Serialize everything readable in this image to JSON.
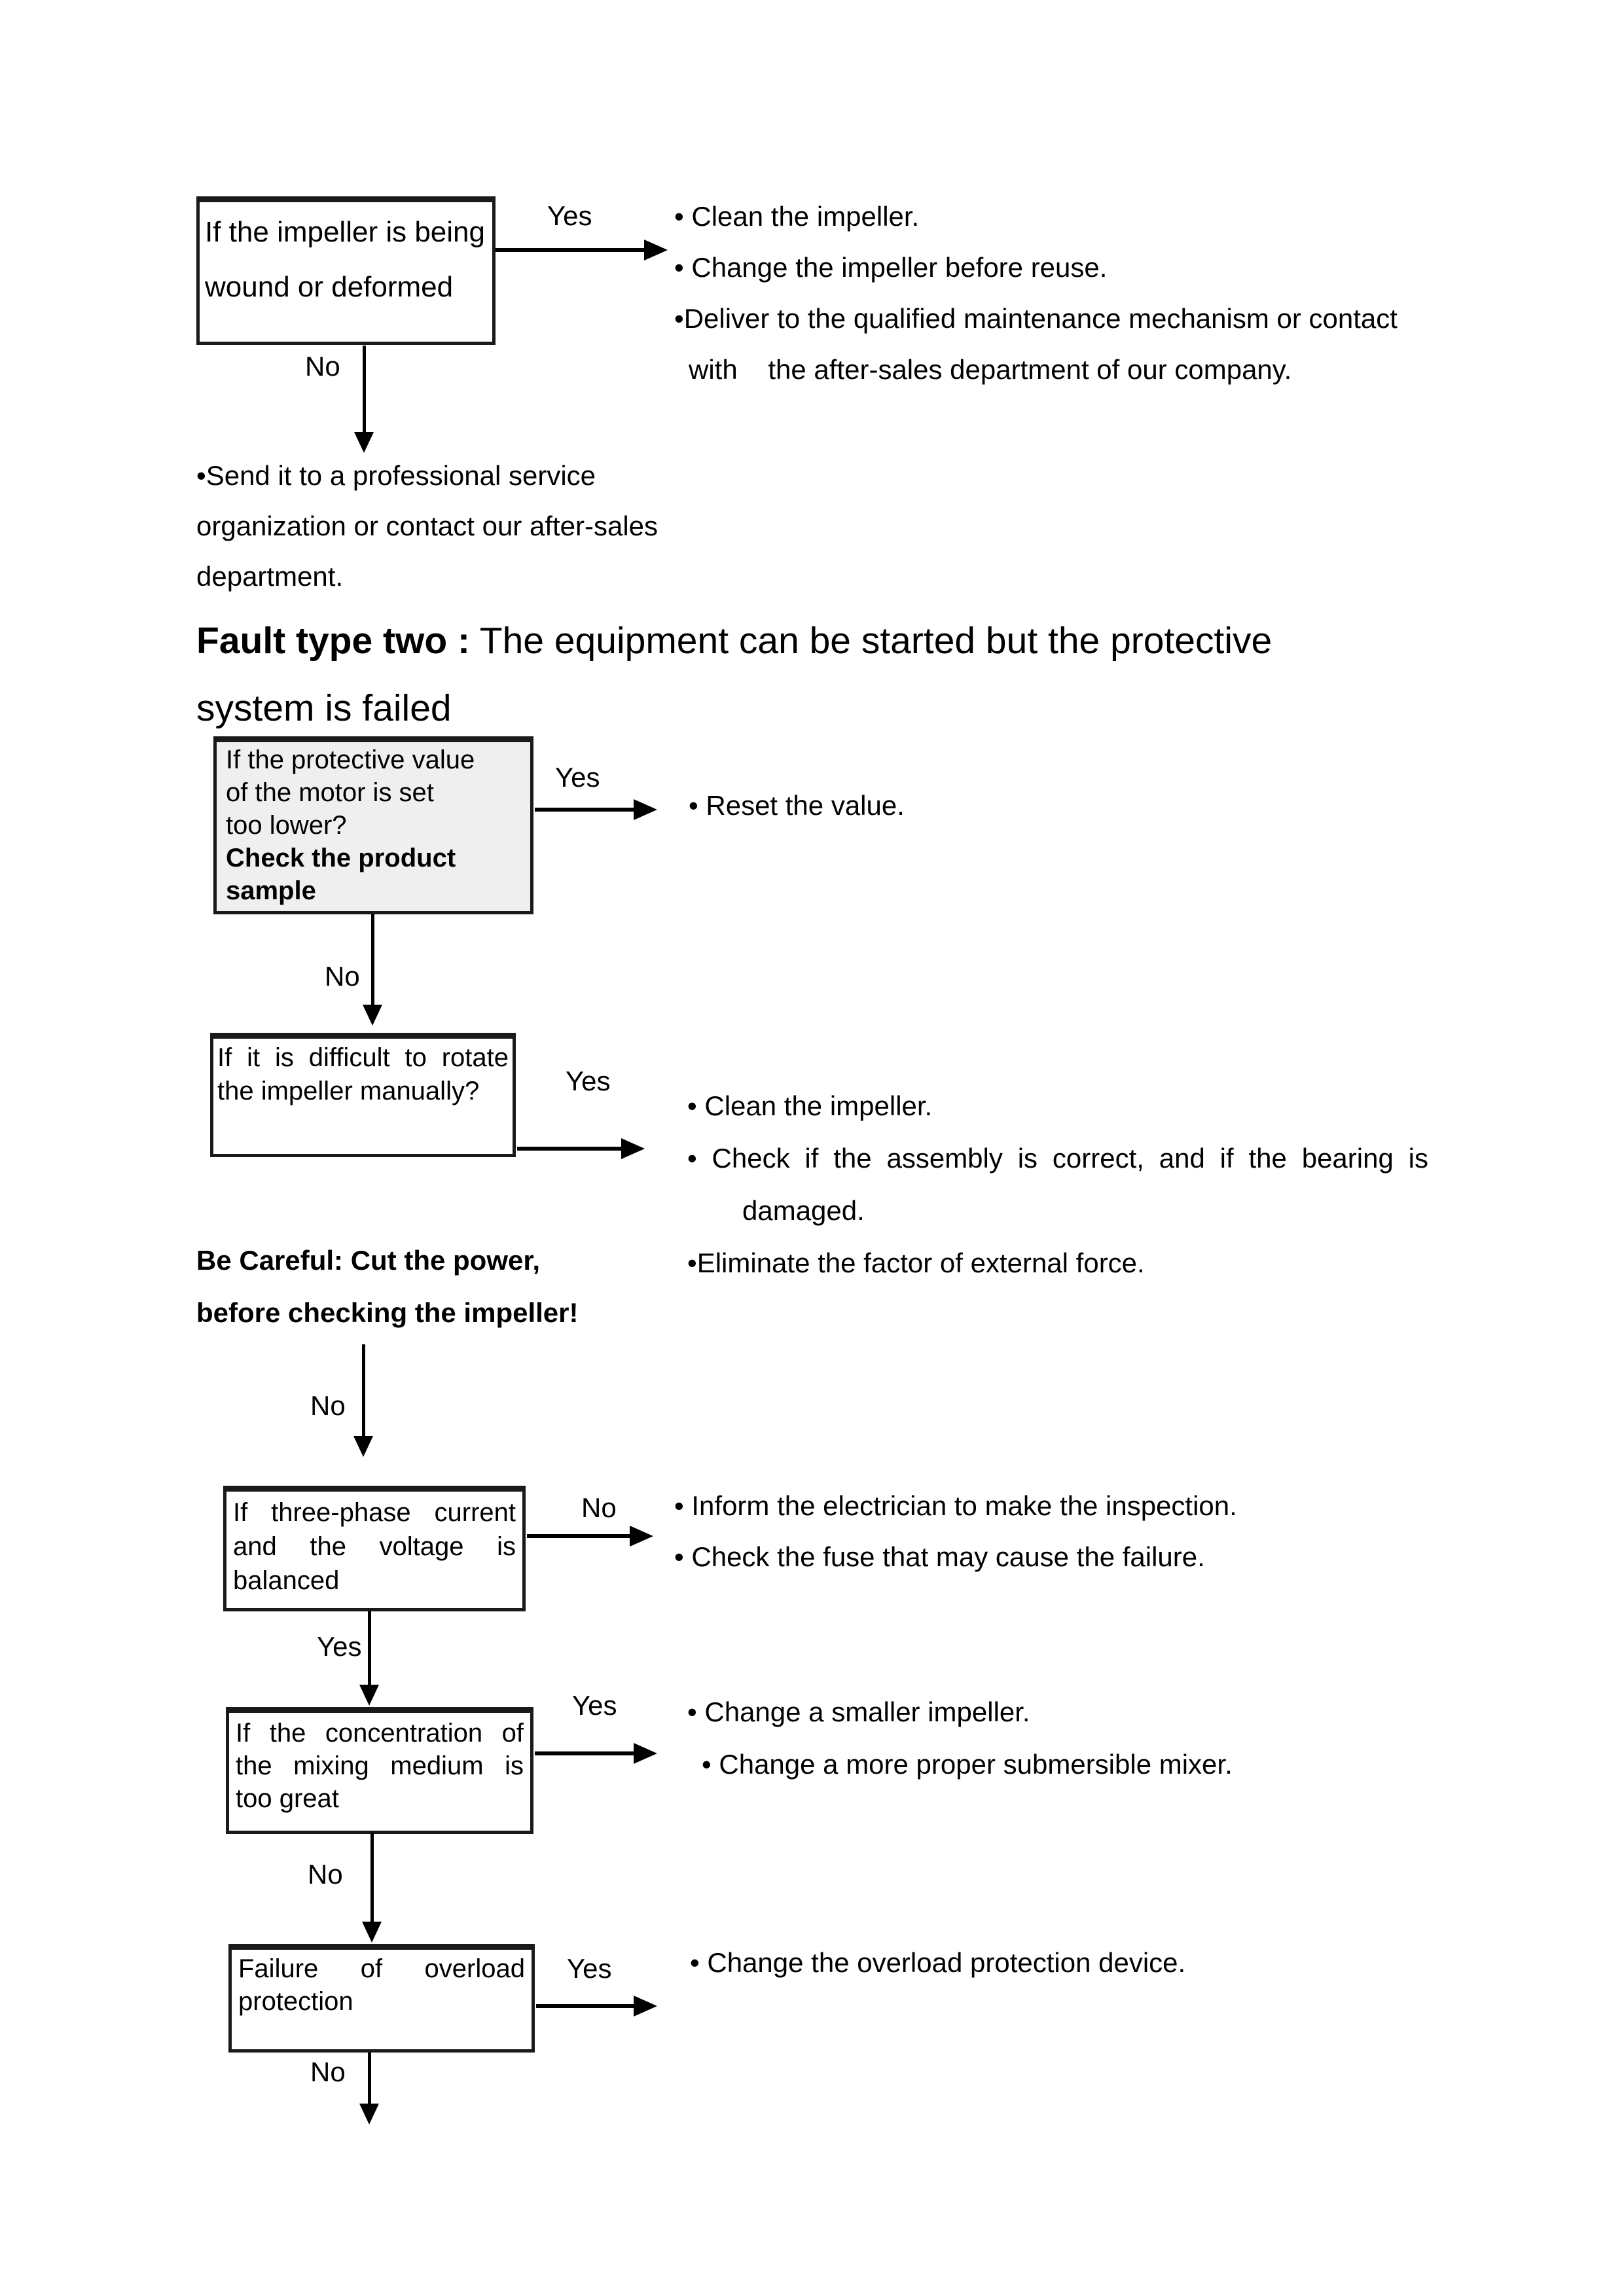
{
  "colors": {
    "ink": "#000000",
    "border": "#1a1a1a",
    "box_fill": "#efefef",
    "page_bg": "#ffffff"
  },
  "heading": {
    "bold": "Fault type two :",
    "regular": " The equipment can be started but the protective",
    "line2": "system is failed"
  },
  "section1": {
    "box": {
      "lines": [
        "If the impeller is being",
        "wound or deformed"
      ]
    },
    "yes_label": "Yes",
    "no_label": "No",
    "yes_bullets": [
      "• Clean the impeller.",
      "• Change the impeller before reuse.",
      "•Deliver to the qualified maintenance mechanism or contact",
      "with    the after-sales department of our company."
    ],
    "no_text": [
      "•Send it to a professional service",
      "organization or contact our after-sales",
      "department."
    ]
  },
  "section2": {
    "box": {
      "lines": [
        "If the protective value",
        "of the motor is set",
        "too lower?"
      ],
      "bold_lines": [
        "Check the product",
        "sample"
      ]
    },
    "yes_label": "Yes",
    "no_label": "No",
    "yes_bullets": [
      "• Reset the value."
    ]
  },
  "section3": {
    "box": {
      "lines": [
        "If it is difficult to rotate",
        "the impeller manually?"
      ]
    },
    "yes_label": "Yes",
    "no_label": "No",
    "yes_bullets": [
      "• Clean the impeller.",
      "• Check if the assembly is correct, and if the bearing is",
      "damaged.",
      "•Eliminate the factor of external force."
    ],
    "warning": [
      "Be Careful: Cut the power,",
      "before checking the impeller!"
    ]
  },
  "section4": {
    "box": {
      "lines": [
        "If three-phase current",
        "and the voltage is",
        "balanced"
      ]
    },
    "no_label": "No",
    "yes_label": "Yes",
    "no_bullets": [
      "• Inform the electrician to make the inspection.",
      "• Check the fuse that may cause the failure."
    ]
  },
  "section5": {
    "box": {
      "lines": [
        "If the concentration of",
        "the mixing medium is",
        "too great"
      ]
    },
    "yes_label": "Yes",
    "no_label": "No",
    "yes_bullets": [
      "• Change a smaller impeller.",
      "• Change a more proper submersible mixer."
    ]
  },
  "section6": {
    "box": {
      "lines": [
        "Failure of overload",
        "protection"
      ]
    },
    "yes_label": "Yes",
    "no_label": "No",
    "yes_bullets": [
      "• Change the overload protection device."
    ]
  }
}
